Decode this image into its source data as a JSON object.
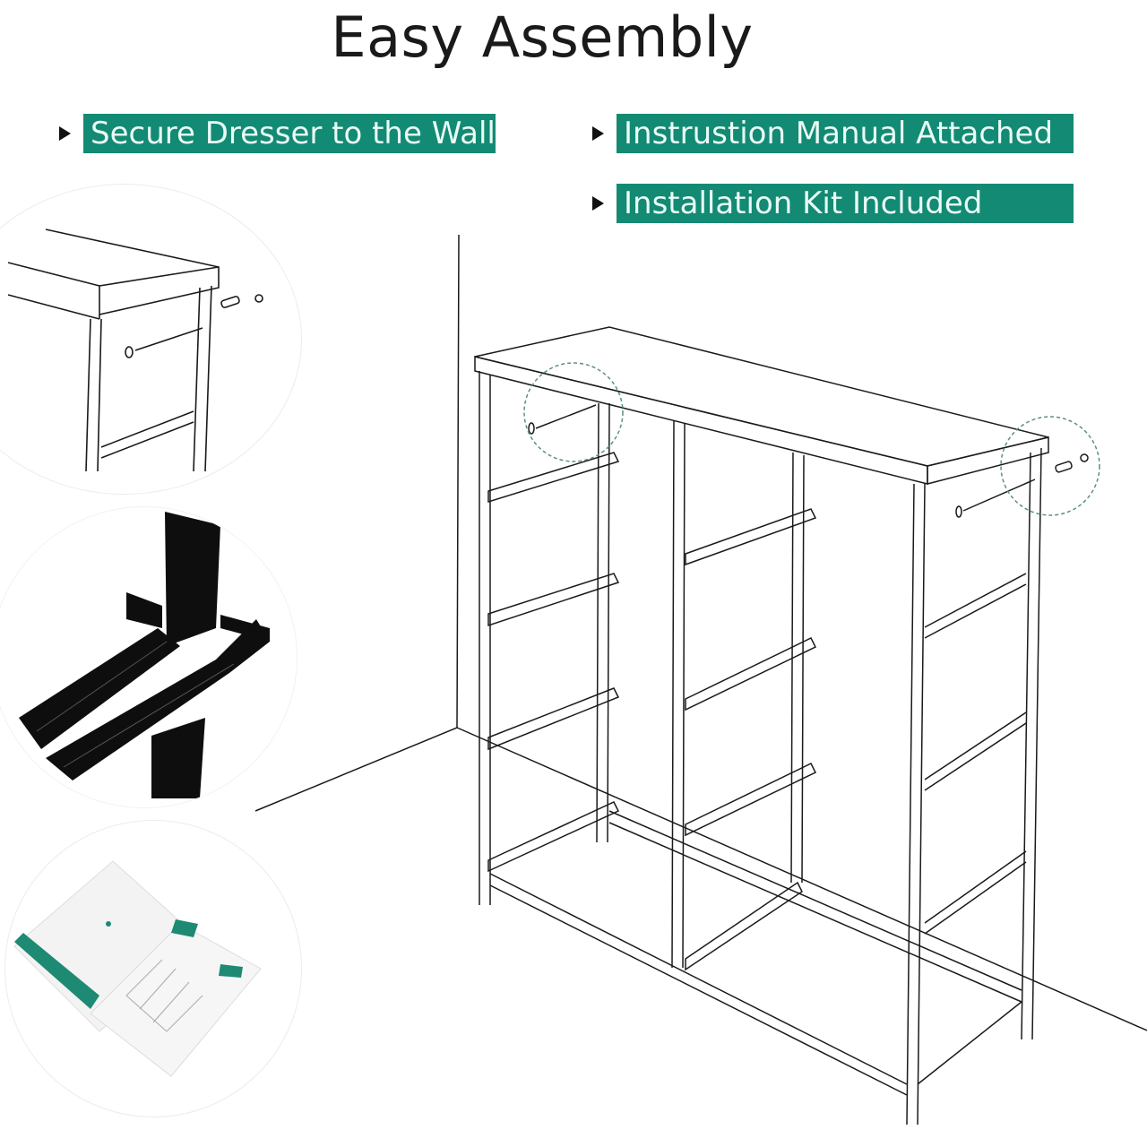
{
  "header": {
    "title": "Easy Assembly"
  },
  "features": [
    {
      "label": "Secure Dresser to the Wall",
      "icon": "triangle-bullet-icon"
    },
    {
      "label": "Instrustion Manual Attached",
      "icon": "triangle-bullet-icon"
    },
    {
      "label": "Installation Kit Included",
      "icon": "triangle-bullet-icon"
    }
  ],
  "illustrations": {
    "wall_anchor_detail": "dresser top corner with wall anchor screw",
    "bracket_detail": "black metal drawer rail bracket",
    "manual_detail": "instruction manual booklet",
    "main": "dresser frame against wall with anchor points circled"
  },
  "colors": {
    "accent": "#138a73",
    "label_text": "#e9fbf6",
    "line": "#1a1a1a",
    "dashed_circle": "#5b8f86"
  }
}
